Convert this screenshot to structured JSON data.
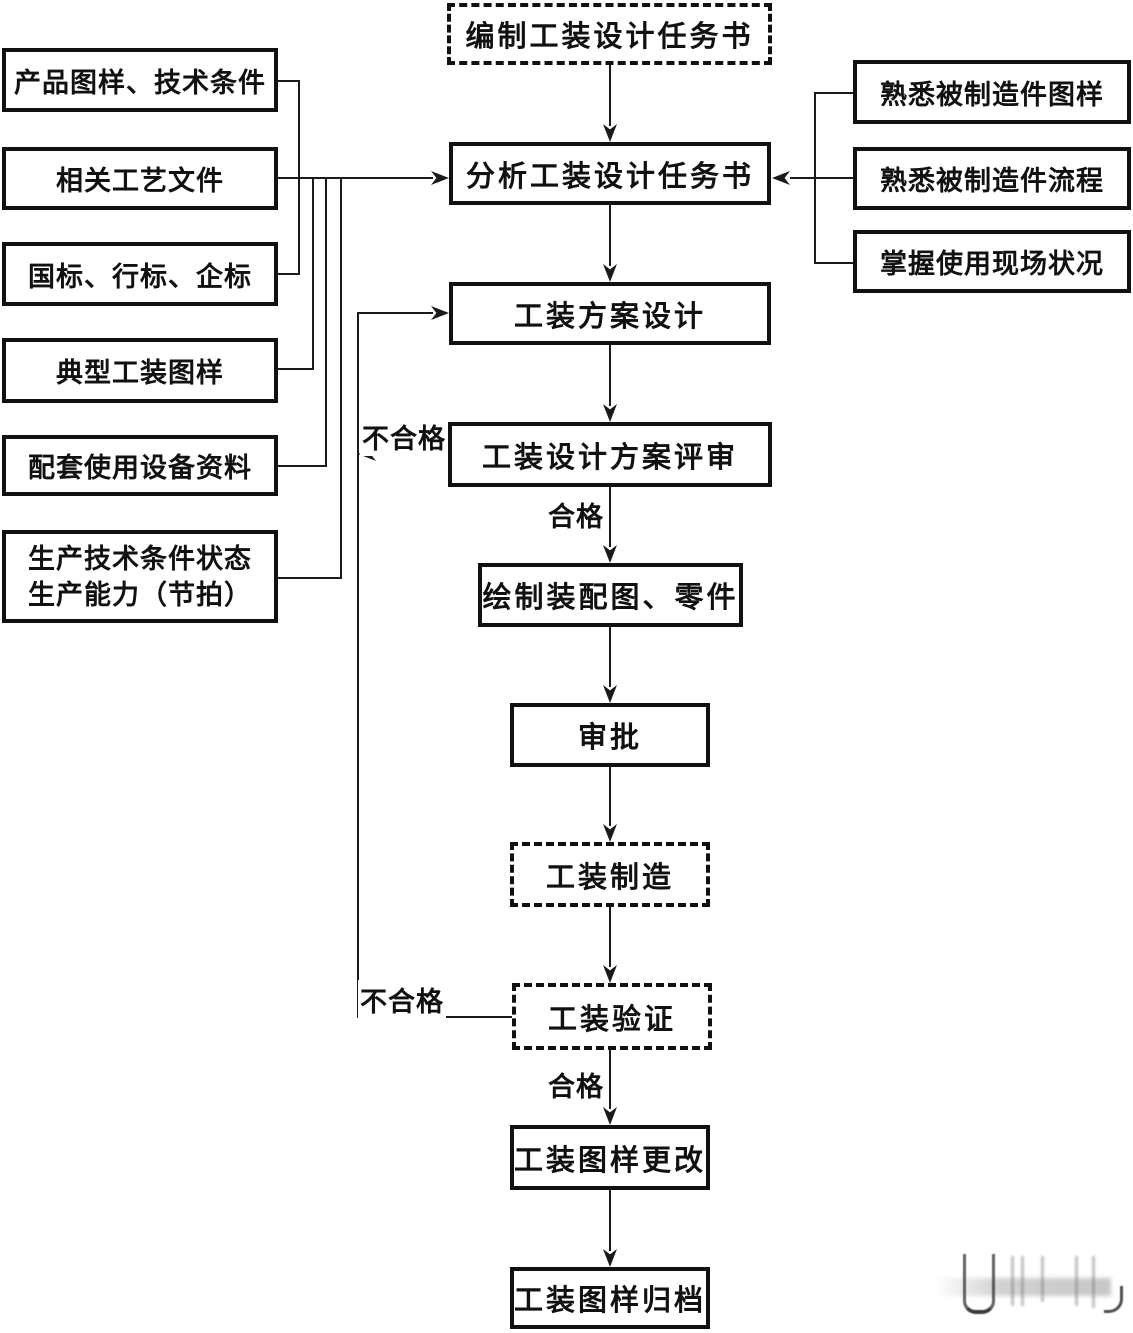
{
  "diagram": {
    "background_color": "#ffffff",
    "line_color": "#1a1a1a",
    "border_color": "#111111"
  },
  "process": {
    "compile": {
      "label": "编制工装设计任务书",
      "style": "dashed"
    },
    "analyze": {
      "label": "分析工装设计任务书",
      "style": "solid"
    },
    "scheme_design": {
      "label": "工装方案设计",
      "style": "solid"
    },
    "scheme_review": {
      "label": "工装设计方案评审",
      "style": "solid"
    },
    "draw_assembly": {
      "label": "绘制装配图、零件",
      "style": "solid"
    },
    "approve": {
      "label": "审批",
      "style": "solid"
    },
    "manufacture": {
      "label": "工装制造",
      "style": "dashed"
    },
    "verify": {
      "label": "工装验证",
      "style": "dashed"
    },
    "drawing_change": {
      "label": "工装图样更改",
      "style": "solid"
    },
    "drawing_archive": {
      "label": "工装图样归档",
      "style": "solid"
    }
  },
  "left_inputs": {
    "product_drawings": {
      "label": "产品图样、技术条件"
    },
    "process_files": {
      "label": "相关工艺文件"
    },
    "standards": {
      "label": "国标、行标、企标"
    },
    "typical_tooling_drawings": {
      "label": "典型工装图样"
    },
    "equipment_data": {
      "label": "配套使用设备资料"
    },
    "production_capability": {
      "line1": "生产技术条件状态",
      "line2": "生产能力（节拍）"
    }
  },
  "right_inputs": {
    "familiarize_part_drawings": {
      "label": "熟悉被制造件图样"
    },
    "familiarize_part_process": {
      "label": "熟悉被制造件流程"
    },
    "grasp_site_conditions": {
      "label": "掌握使用现场状况"
    }
  },
  "edge_labels": {
    "review_fail": "不合格",
    "review_pass": "合格",
    "verify_fail": "不合格",
    "verify_pass": "合格"
  }
}
